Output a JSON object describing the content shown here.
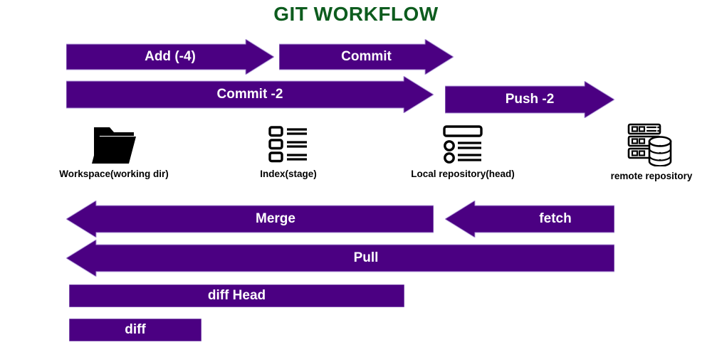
{
  "title": "GIT WORKFLOW",
  "colors": {
    "arrow": "#4B0082",
    "arrow_stroke": "#b39ddb",
    "title": "#0d5c1e",
    "label_text": "#FFFFFF",
    "icon": "#000000",
    "background": "#FFFFFF"
  },
  "arrows": [
    {
      "id": "add",
      "label": "Add (-4)",
      "direction": "right",
      "head": true
    },
    {
      "id": "commit",
      "label": "Commit",
      "direction": "right",
      "head": true
    },
    {
      "id": "commit2",
      "label": "Commit -2",
      "direction": "right",
      "head": true
    },
    {
      "id": "push2",
      "label": "Push -2",
      "direction": "right",
      "head": true
    },
    {
      "id": "merge",
      "label": "Merge",
      "direction": "left",
      "head": true
    },
    {
      "id": "fetch",
      "label": "fetch",
      "direction": "left",
      "head": true
    },
    {
      "id": "pull",
      "label": "Pull",
      "direction": "left",
      "head": true
    },
    {
      "id": "diff-head",
      "label": "diff Head",
      "direction": "none",
      "head": false
    },
    {
      "id": "diff",
      "label": "diff",
      "direction": "none",
      "head": false
    }
  ],
  "nodes": [
    {
      "id": "workspace",
      "caption": "Workspace(working dir)",
      "icon": "folder-icon"
    },
    {
      "id": "index",
      "caption": "Index(stage)",
      "icon": "list-checkbox-icon"
    },
    {
      "id": "local-repository",
      "caption": "Local repository(head)",
      "icon": "list-bullet-icon"
    },
    {
      "id": "remote-repository",
      "caption": "remote repository",
      "icon": "server-database-icon"
    }
  ]
}
